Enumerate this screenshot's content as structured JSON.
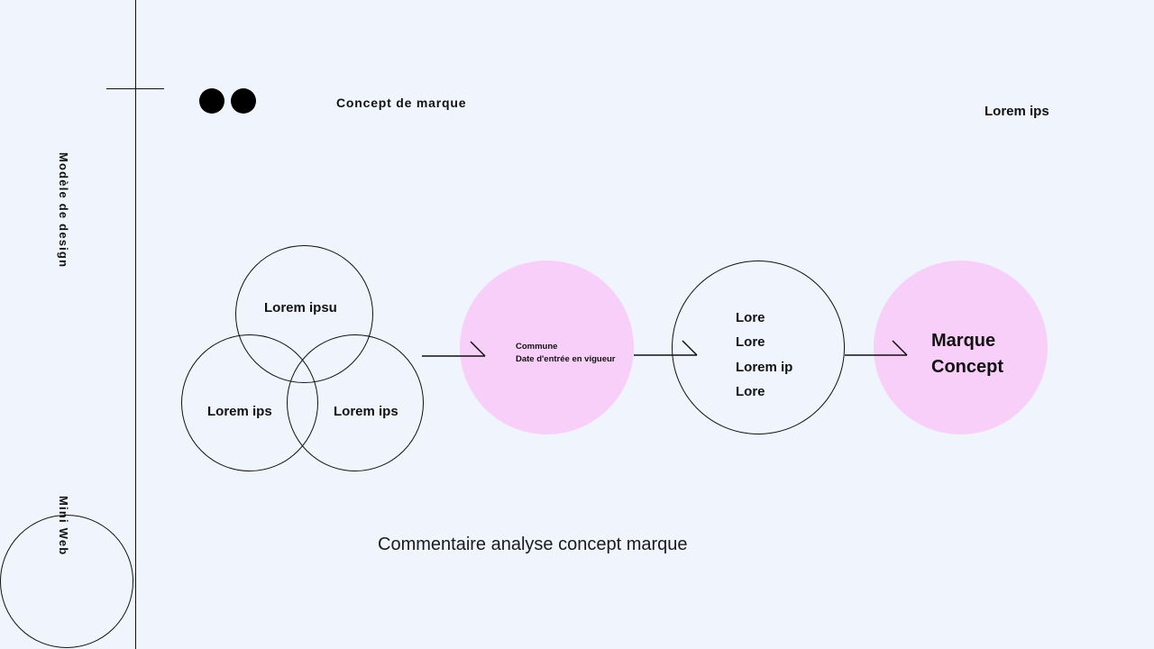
{
  "sidebar": {
    "vertical_title": "Modèle de design",
    "vertical_footer": "Mini Web"
  },
  "header": {
    "title": "Concept de marque",
    "right_label": "Lorem ips"
  },
  "diagram": {
    "venn": {
      "top": "Lorem ipsu",
      "left": "Lorem ips",
      "right": "Lorem ips"
    },
    "stage_two": {
      "line1": "Commune",
      "line2": "Date d'entrée en vigueur"
    },
    "stage_three": {
      "items": [
        "Lore",
        "Lore",
        "Lorem ip",
        "Lore"
      ]
    },
    "stage_four": {
      "line1": "Marque",
      "line2": "Concept"
    },
    "accent_color": "#f8cff8"
  },
  "footer": {
    "comment": "Commentaire analyse concept marque"
  }
}
